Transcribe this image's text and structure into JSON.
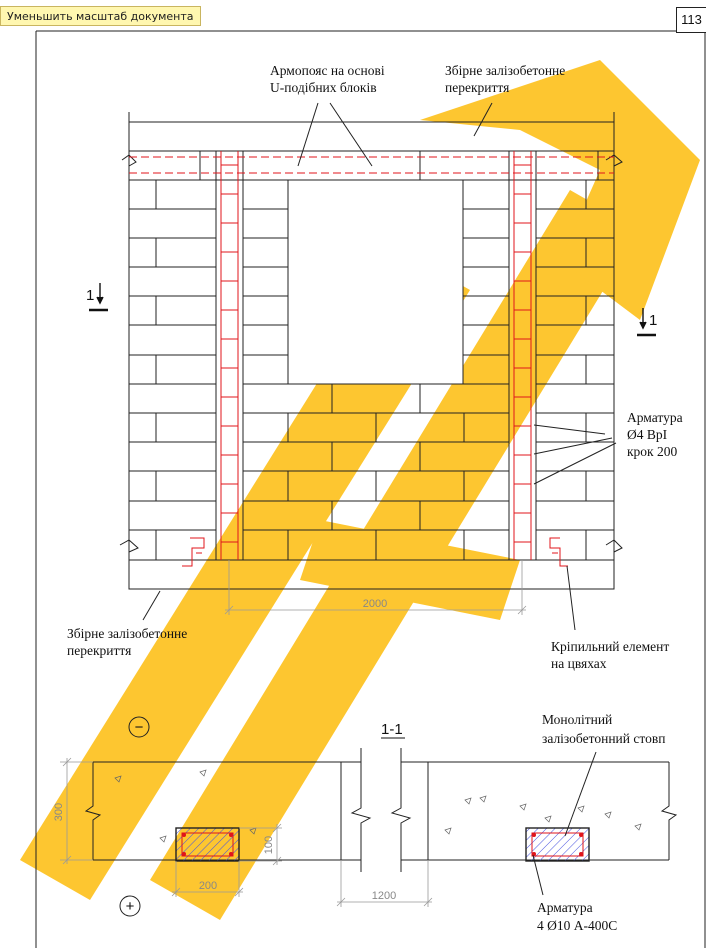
{
  "toolbar": {
    "zoom_out_label": "Уменьшить масштаб документа"
  },
  "page": {
    "number": "113"
  },
  "elevation": {
    "label_belt_1": "Армопояс на основі",
    "label_belt_2": "U-подібних блоків",
    "label_slab_top_1": "Збірне залізобетонне",
    "label_slab_top_2": "перекриття",
    "label_rebar_1": "Арматура",
    "label_rebar_2": "Ø4 ВрI",
    "label_rebar_3": "крок 200",
    "label_slab_bottom_1": "Збірне залізобетонне",
    "label_slab_bottom_2": "перекриття",
    "label_fixing_1": "Кріпильний елемент",
    "label_fixing_2": "на цвяхах",
    "section_mark": "1",
    "dim_opening": "2000"
  },
  "section": {
    "title": "1-1",
    "label_column_1": "Монолітний",
    "label_column_2": "залізобетонний стовп",
    "label_rebar_1": "Арматура",
    "label_rebar_2": "4 Ø10 А-400С",
    "dim_wall": "300",
    "dim_core_w": "200",
    "dim_core_h": "100",
    "dim_gap": "1200",
    "minus_sign": "−",
    "plus_sign": "+"
  },
  "colors": {
    "line": "#222222",
    "red": "#e0151b",
    "watermark": "#fdc01a",
    "hatch": "#4a56e0"
  }
}
